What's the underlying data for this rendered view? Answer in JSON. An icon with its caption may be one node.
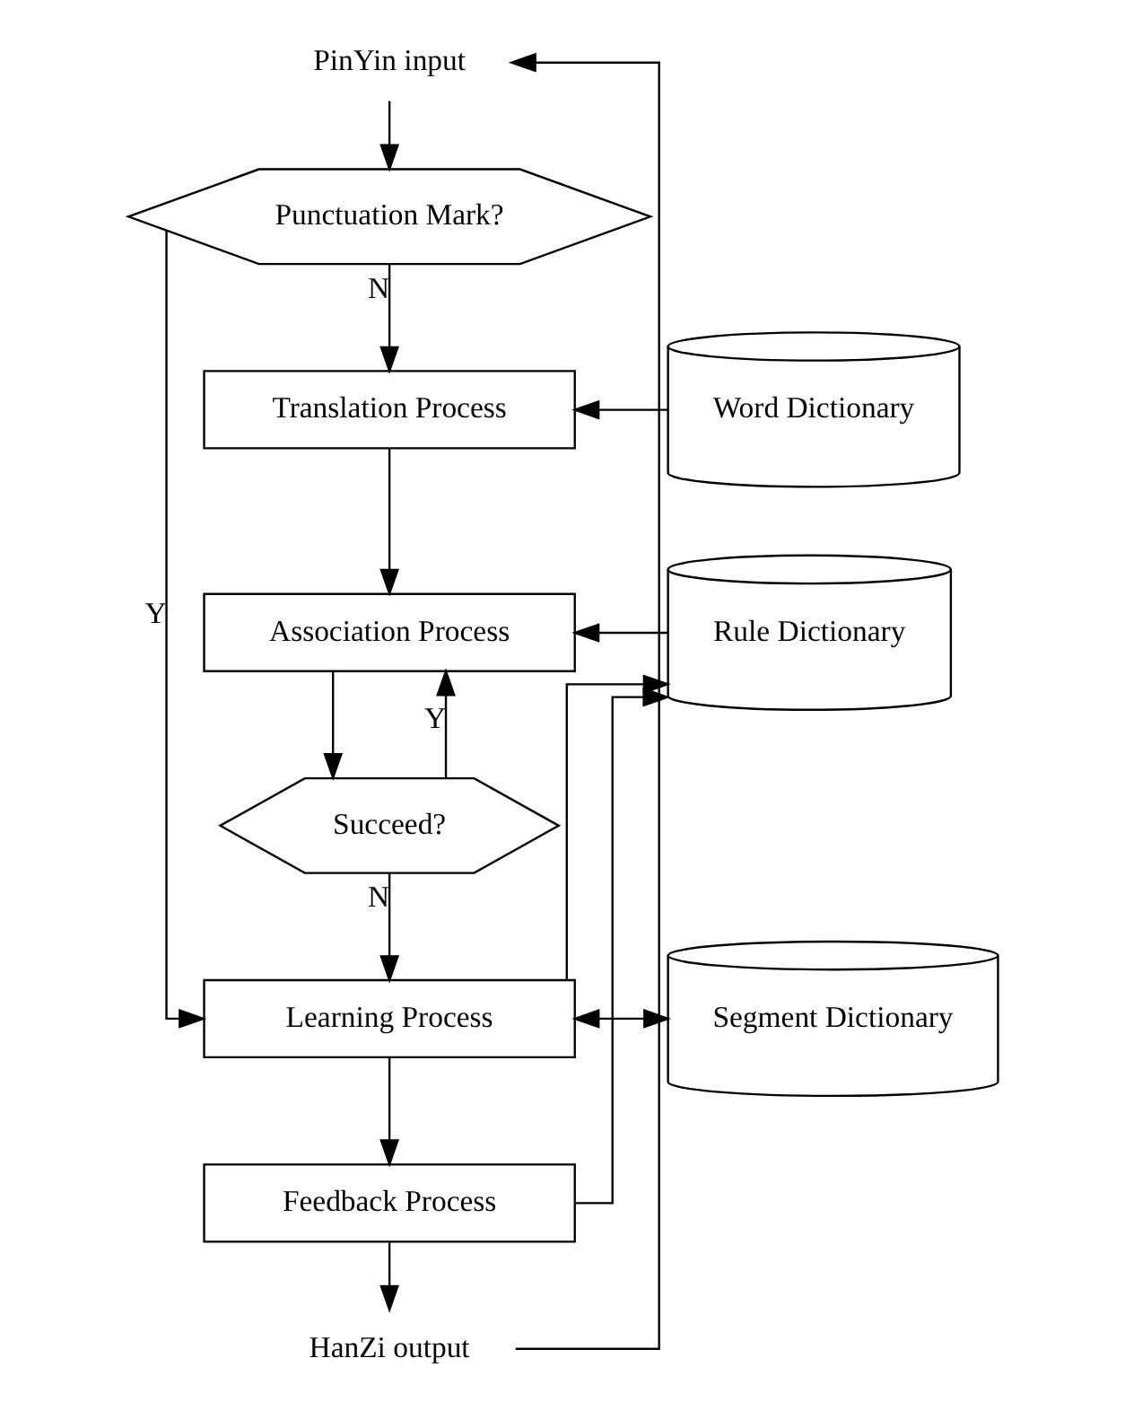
{
  "diagram": {
    "nodes": [
      {
        "text": [
          "PinYin input"
        ]
      },
      {
        "text": [
          "Punctuation Mark?"
        ]
      },
      {
        "text": [
          "Translation Process"
        ]
      },
      {
        "text": [
          "Word Dictionary"
        ]
      },
      {
        "text": [
          "Association Process"
        ]
      },
      {
        "text": [
          "Rule Dictionary"
        ]
      },
      {
        "text": [
          "Succeed?"
        ]
      },
      {
        "text": [
          "Learning Process"
        ]
      },
      {
        "text": [
          "Segment Dictionary"
        ]
      },
      {
        "text": [
          "Feedback Process"
        ]
      },
      {
        "text": [
          "HanZi output"
        ]
      }
    ],
    "edges": [
      {
        "from": 0,
        "to": 1,
        "arrow": "to"
      },
      {
        "from": 1,
        "to": 2,
        "arrow": "to",
        "label": "N"
      },
      {
        "from": 1,
        "to": 7,
        "arrow": "to",
        "label": "Y"
      },
      {
        "from": 3,
        "to": 2,
        "arrow": "to"
      },
      {
        "from": 2,
        "to": 4,
        "arrow": "to"
      },
      {
        "from": 5,
        "to": 4,
        "arrow": "to"
      },
      {
        "from": 4,
        "to": 6,
        "arrow": "to"
      },
      {
        "from": 6,
        "to": 4,
        "arrow": "to",
        "label": "Y"
      },
      {
        "from": 6,
        "to": 7,
        "arrow": "to",
        "label": "N"
      },
      {
        "from": 7,
        "to": 5,
        "arrow": "to"
      },
      {
        "from": 7,
        "to": 8,
        "arrow": "both"
      },
      {
        "from": 7,
        "to": 9,
        "arrow": "to"
      },
      {
        "from": 9,
        "to": 5,
        "arrow": "to"
      },
      {
        "from": 9,
        "to": 10,
        "arrow": "to"
      },
      {
        "from": 10,
        "to": 0,
        "arrow": "to"
      }
    ]
  }
}
